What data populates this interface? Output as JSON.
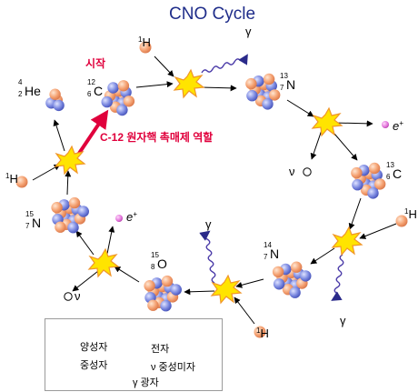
{
  "title": "CNO Cycle",
  "start_label": "시작",
  "catalyst_label": "C-12 원자핵 촉매제 역할",
  "nuclei": {
    "c12": {
      "mass": "12",
      "atomic": "6",
      "symbol": "C"
    },
    "n13": {
      "mass": "13",
      "atomic": "7",
      "symbol": "N"
    },
    "c13": {
      "mass": "13",
      "atomic": "6",
      "symbol": "C"
    },
    "n14": {
      "mass": "14",
      "atomic": "7",
      "symbol": "N"
    },
    "o15": {
      "mass": "15",
      "atomic": "8",
      "symbol": "O"
    },
    "n15": {
      "mass": "15",
      "atomic": "7",
      "symbol": "N"
    },
    "he4": {
      "mass": "4",
      "atomic": "2",
      "symbol": "He"
    }
  },
  "protons": {
    "p1": {
      "mass": "1",
      "symbol": "H"
    },
    "p2": {
      "mass": "1",
      "symbol": "H"
    },
    "p3": {
      "mass": "1",
      "symbol": "H"
    },
    "p4": {
      "mass": "1",
      "symbol": "H"
    }
  },
  "emissions": {
    "gamma_symbol": "γ",
    "positron_base": "e",
    "positron_sup": "+",
    "neutrino_symbol": "ν"
  },
  "legend": {
    "proton": "양성자",
    "neutron": "중성자",
    "electron": "전자",
    "neutrino": "ν 중성미자",
    "photon": "γ 광자"
  },
  "colors": {
    "proton": "#f4a070",
    "neutron": "#7a88e0",
    "electron": "#e070d8",
    "flash": "#ffe400",
    "flash_edge": "#f0962a",
    "wave": "#4a3aa8",
    "start_arrow": "#e0003c",
    "title": "#1f2d8a"
  }
}
